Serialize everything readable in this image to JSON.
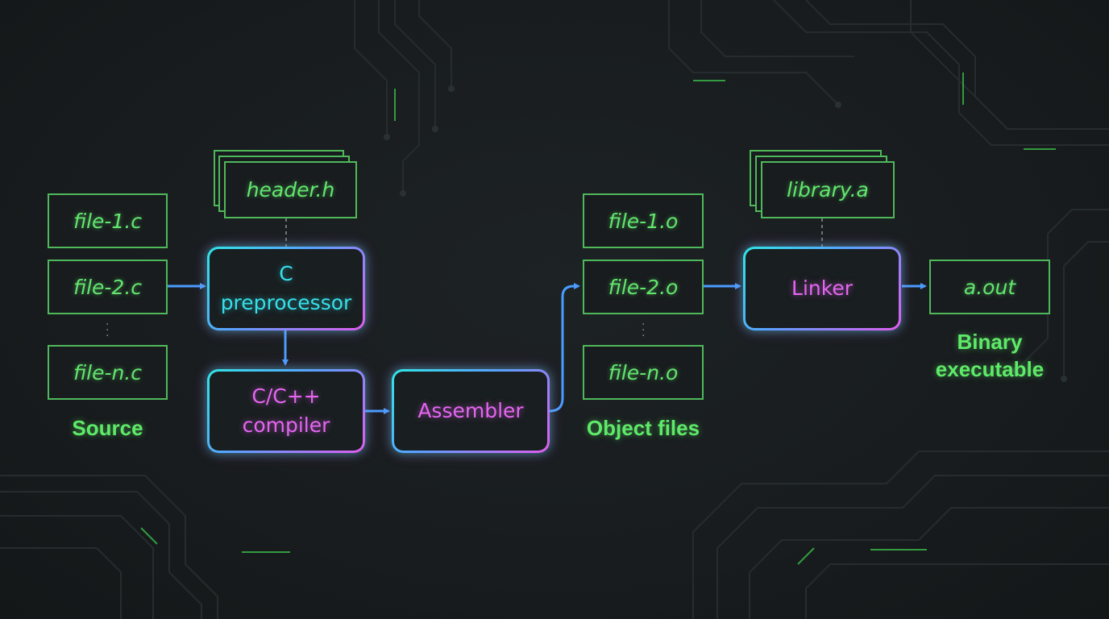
{
  "source_files": [
    "file-1.c",
    "file-2.c",
    "file-n.c"
  ],
  "source_label": "Source",
  "header_file": "header.h",
  "preprocessor_label": [
    "C",
    "preprocessor"
  ],
  "compiler_label": [
    "C/C++",
    "compiler"
  ],
  "assembler_label": "Assembler",
  "object_files": [
    "file-1.o",
    "file-2.o",
    "file-n.o"
  ],
  "object_label": "Object files",
  "library_file": "library.a",
  "linker_label": "Linker",
  "output_file": "a.out",
  "output_label": [
    "Binary",
    "executable"
  ],
  "colors": {
    "file_border": "#4fb85a",
    "file_text": "#62e66e",
    "arrow": "#4a9cff",
    "cyan": "#35e0ea",
    "magenta": "#e565f2"
  }
}
